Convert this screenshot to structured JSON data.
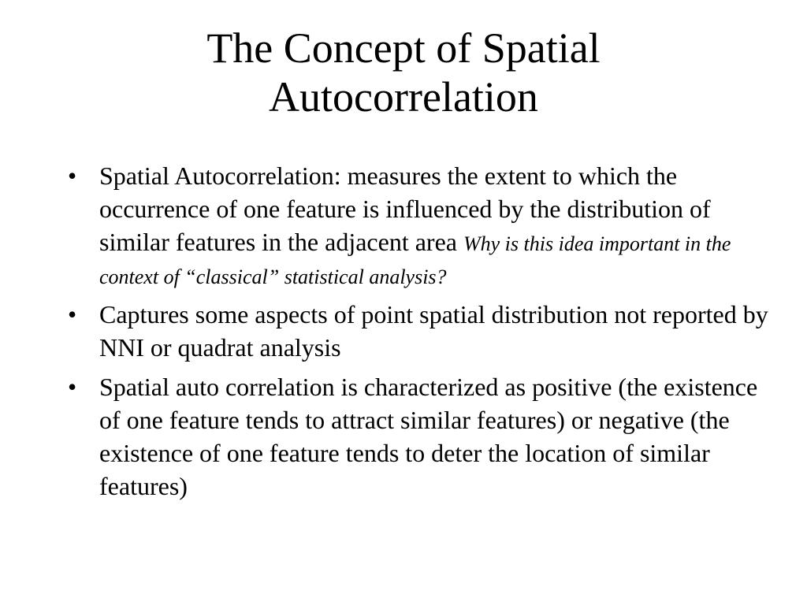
{
  "title": {
    "line1": "The Concept of Spatial",
    "line2": "Autocorrelation"
  },
  "bullet_marker": "•",
  "bullets": [
    {
      "text": "Spatial Autocorrelation: measures the extent to which the occurrence of one feature is influenced by the distribution of similar features in the adjacent area",
      "note": "Why is this idea important in the context of “classical” statistical analysis?"
    },
    {
      "text": "Captures some aspects of point spatial distribution not reported by NNI or quadrat analysis"
    },
    {
      "text": "Spatial auto correlation is characterized as positive (the existence of one feature tends to attract similar features) or negative (the existence of one feature tends to deter the location of similar features)"
    }
  ]
}
